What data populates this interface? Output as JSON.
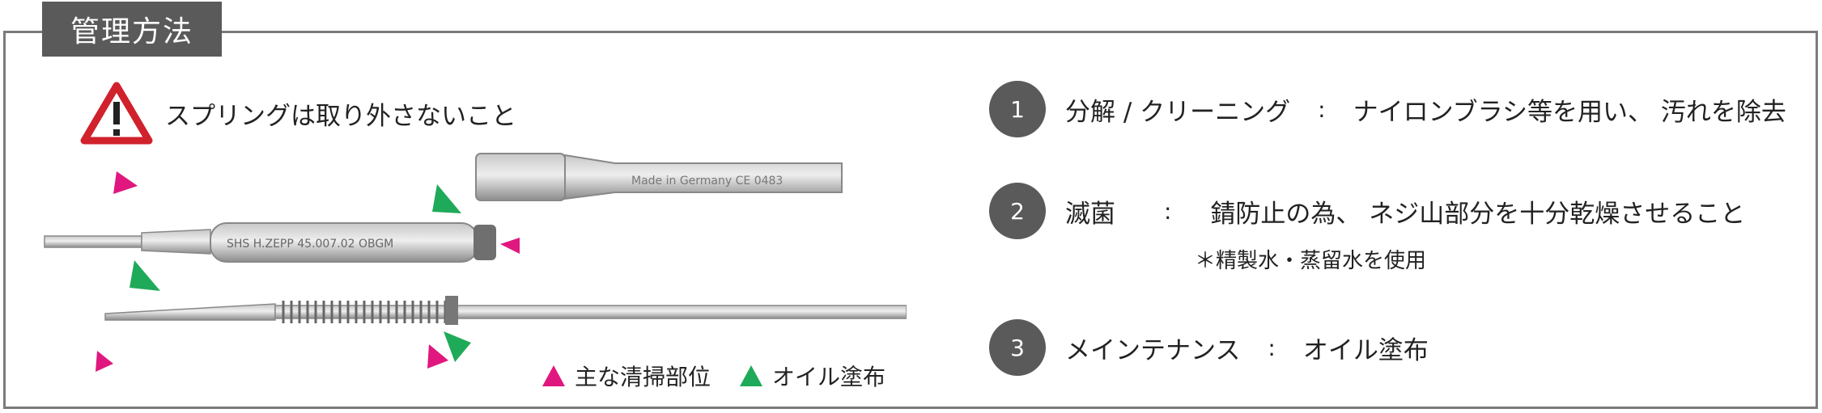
{
  "title": "管理方法",
  "warning": {
    "text": "スプリングは取り外さないこと",
    "icon": "warning-triangle-icon",
    "color": "#d0212d"
  },
  "tool_markings": {
    "handle": "SHS H.ZEPP   45.007.02   OBGM",
    "sleeve": "Made in Germany  CE 0483"
  },
  "legend": [
    {
      "label": "主な清掃部位",
      "color": "#e0177e"
    },
    {
      "label": "オイル塗布",
      "color": "#1faa5a"
    }
  ],
  "steps": [
    {
      "num": "1",
      "label": "分解 / クリーニング",
      "sep": ":",
      "desc": "ナイロンブラシ等を用い、 汚れを除去"
    },
    {
      "num": "2",
      "label": "滅菌",
      "sep": ":",
      "desc": "錆防止の為、 ネジ山部分を十分乾燥させること",
      "note": "＊精製水・蒸留水を使用"
    },
    {
      "num": "3",
      "label": "メインテナンス",
      "sep": ":",
      "desc": "オイル塗布"
    }
  ]
}
